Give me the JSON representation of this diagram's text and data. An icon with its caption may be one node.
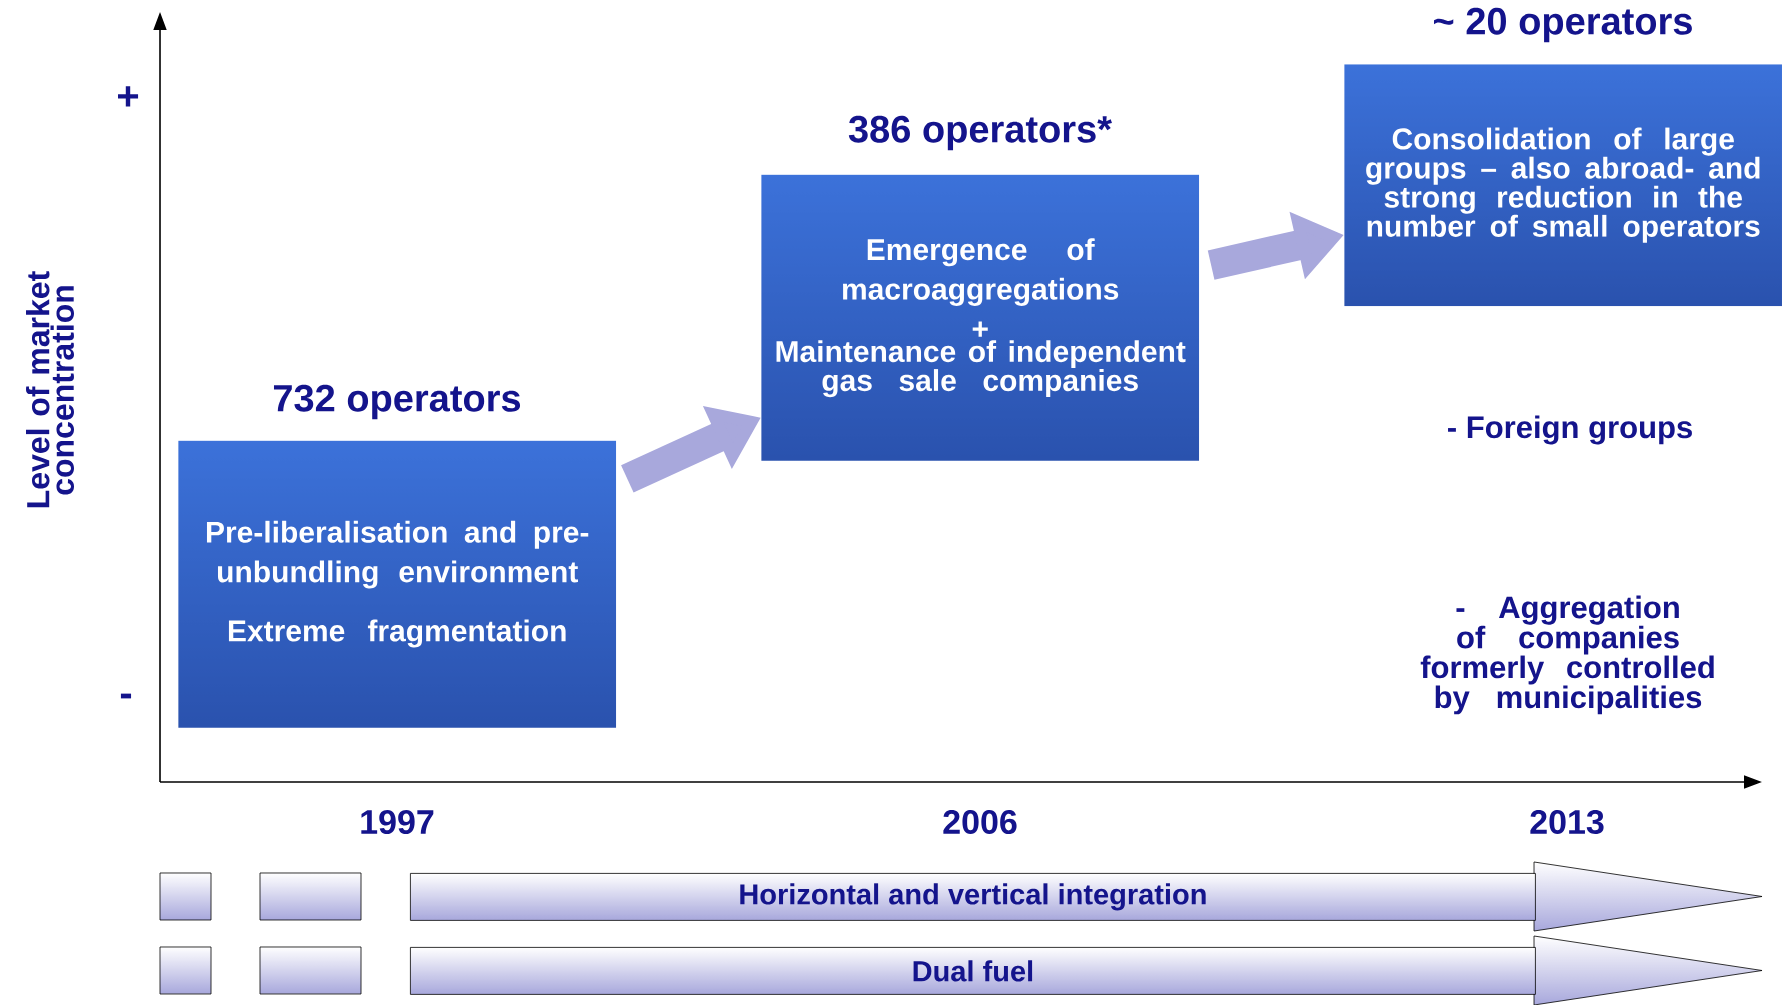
{
  "diagram": {
    "nodes": [
      {
        "text": [
          "732 operators",
          "Pre-liberalisation and pre-unbundling environment",
          "Extreme fragmentation"
        ]
      },
      {
        "text": [
          "386 operators*",
          "Emergence of macroaggregations",
          "+",
          "Maintenance of independent gas sale companies"
        ]
      },
      {
        "text": [
          "~ 20 operators",
          "Consolidation of large groups – also abroad- and strong reduction in the number of small operators"
        ]
      },
      {
        "text": [
          "Horizontal and vertical integration"
        ]
      },
      {
        "text": [
          "Dual fuel"
        ]
      }
    ],
    "edges": [
      {
        "from": 0,
        "to": 1,
        "arrow": "to"
      },
      {
        "from": 1,
        "to": 2,
        "arrow": "to"
      }
    ],
    "labels": [
      "+",
      "Level of market concentration",
      "-",
      "- Foreign groups",
      "- Aggregation of companies formerly controlled by municipalities",
      "1997",
      "2006",
      "2013"
    ]
  }
}
